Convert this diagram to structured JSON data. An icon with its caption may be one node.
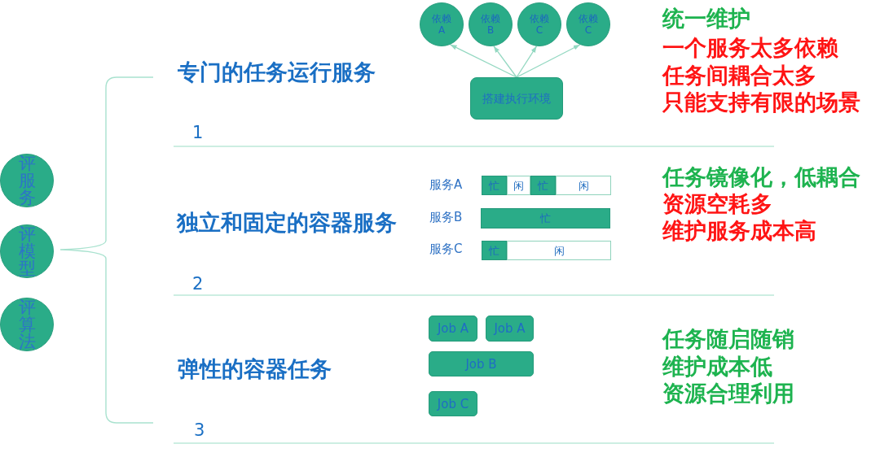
{
  "diagram": {
    "nodes": [
      {
        "text": [
          "评服务"
        ]
      },
      {
        "text": [
          "评模型"
        ]
      },
      {
        "text": [
          "评算法"
        ]
      },
      {
        "text": [
          "依赖 A"
        ]
      },
      {
        "text": [
          "依赖 B"
        ]
      },
      {
        "text": [
          "依赖 C"
        ]
      },
      {
        "text": [
          "依赖 C"
        ]
      },
      {
        "text": [
          "搭建执行环境"
        ]
      },
      {
        "text": [
          "忙"
        ]
      },
      {
        "text": [
          "闲"
        ]
      },
      {
        "text": [
          "忙"
        ]
      },
      {
        "text": [
          "闲"
        ]
      },
      {
        "text": [
          "忙"
        ]
      },
      {
        "text": [
          "忙"
        ]
      },
      {
        "text": [
          "闲"
        ]
      },
      {
        "text": [
          "Job A"
        ]
      },
      {
        "text": [
          "Job A"
        ]
      },
      {
        "text": [
          "Job B"
        ]
      },
      {
        "text": [
          "Job C"
        ]
      }
    ],
    "edges": [
      {
        "from": 7,
        "to": 3,
        "arrow": "to"
      },
      {
        "from": 7,
        "to": 4,
        "arrow": "to"
      },
      {
        "from": 7,
        "to": 5,
        "arrow": "to"
      },
      {
        "from": 7,
        "to": 6,
        "arrow": "to"
      }
    ],
    "labels": [
      "专门的任务运行服务",
      "1",
      "统一维护",
      "一个服务太多依赖",
      "任务间耦合太多",
      "只能支持有限的场景",
      "服务A",
      "服务B",
      "服务C",
      "独立和固定的容器服务",
      "2",
      "任务镜像化，低耦合",
      "资源空耗多",
      "维护服务成本高",
      "弹性的容器任务",
      "3",
      "任务随启随销",
      "维护成本低",
      "资源合理利用"
    ]
  }
}
